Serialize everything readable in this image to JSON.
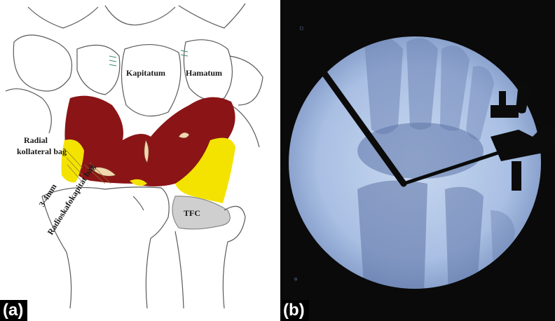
{
  "panels": [
    {
      "label": "(a)",
      "annotations": {
        "kapitatum": "Kapitatum",
        "hamatum": "Hamatum",
        "radial_1": "Radial",
        "radial_2": "kollateral bağ",
        "measure": "3-4mm",
        "radioskafokapitat": "Radioskafokapitat bağ",
        "tfc": "TFC"
      },
      "colors": {
        "ligament": "#8b1416",
        "cartilage": "#f4e300",
        "tfc": "#cfcfcf",
        "outline": "#555555"
      }
    },
    {
      "label": "(b)",
      "colors": {
        "fluoro": "#b8cbe8",
        "instrument": "#0b0b0b"
      }
    }
  ]
}
